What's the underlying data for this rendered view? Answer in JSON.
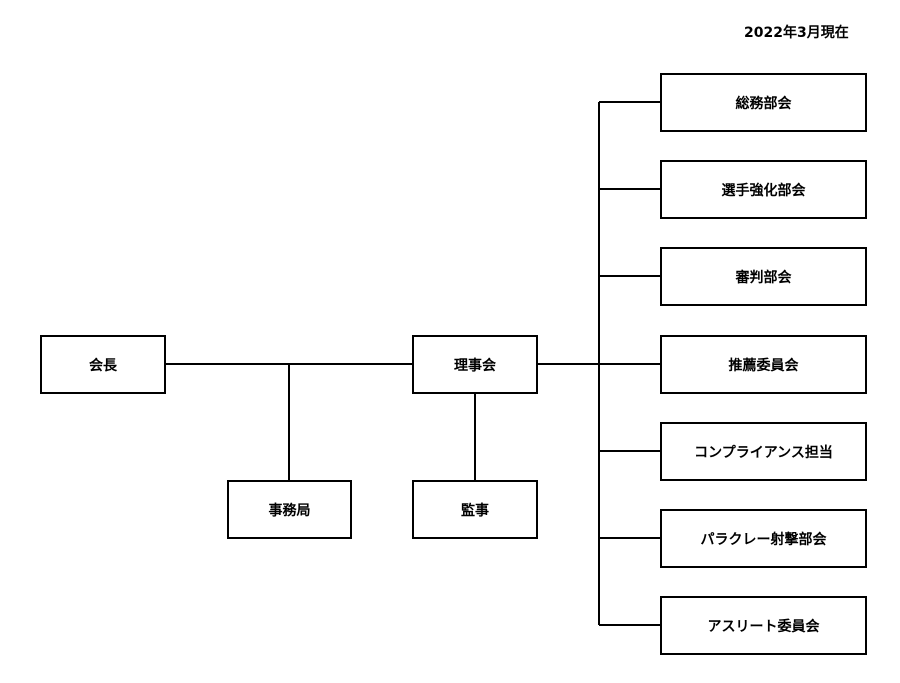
{
  "date_label": "2022年3月現在",
  "nodes": {
    "president": "会長",
    "secretariat": "事務局",
    "board": "理事会",
    "auditor": "監事",
    "committees": [
      "総務部会",
      "選手強化部会",
      "審判部会",
      "推薦委員会",
      "コンプライアンス担当",
      "パラクレー射撃部会",
      "アスリート委員会"
    ]
  }
}
